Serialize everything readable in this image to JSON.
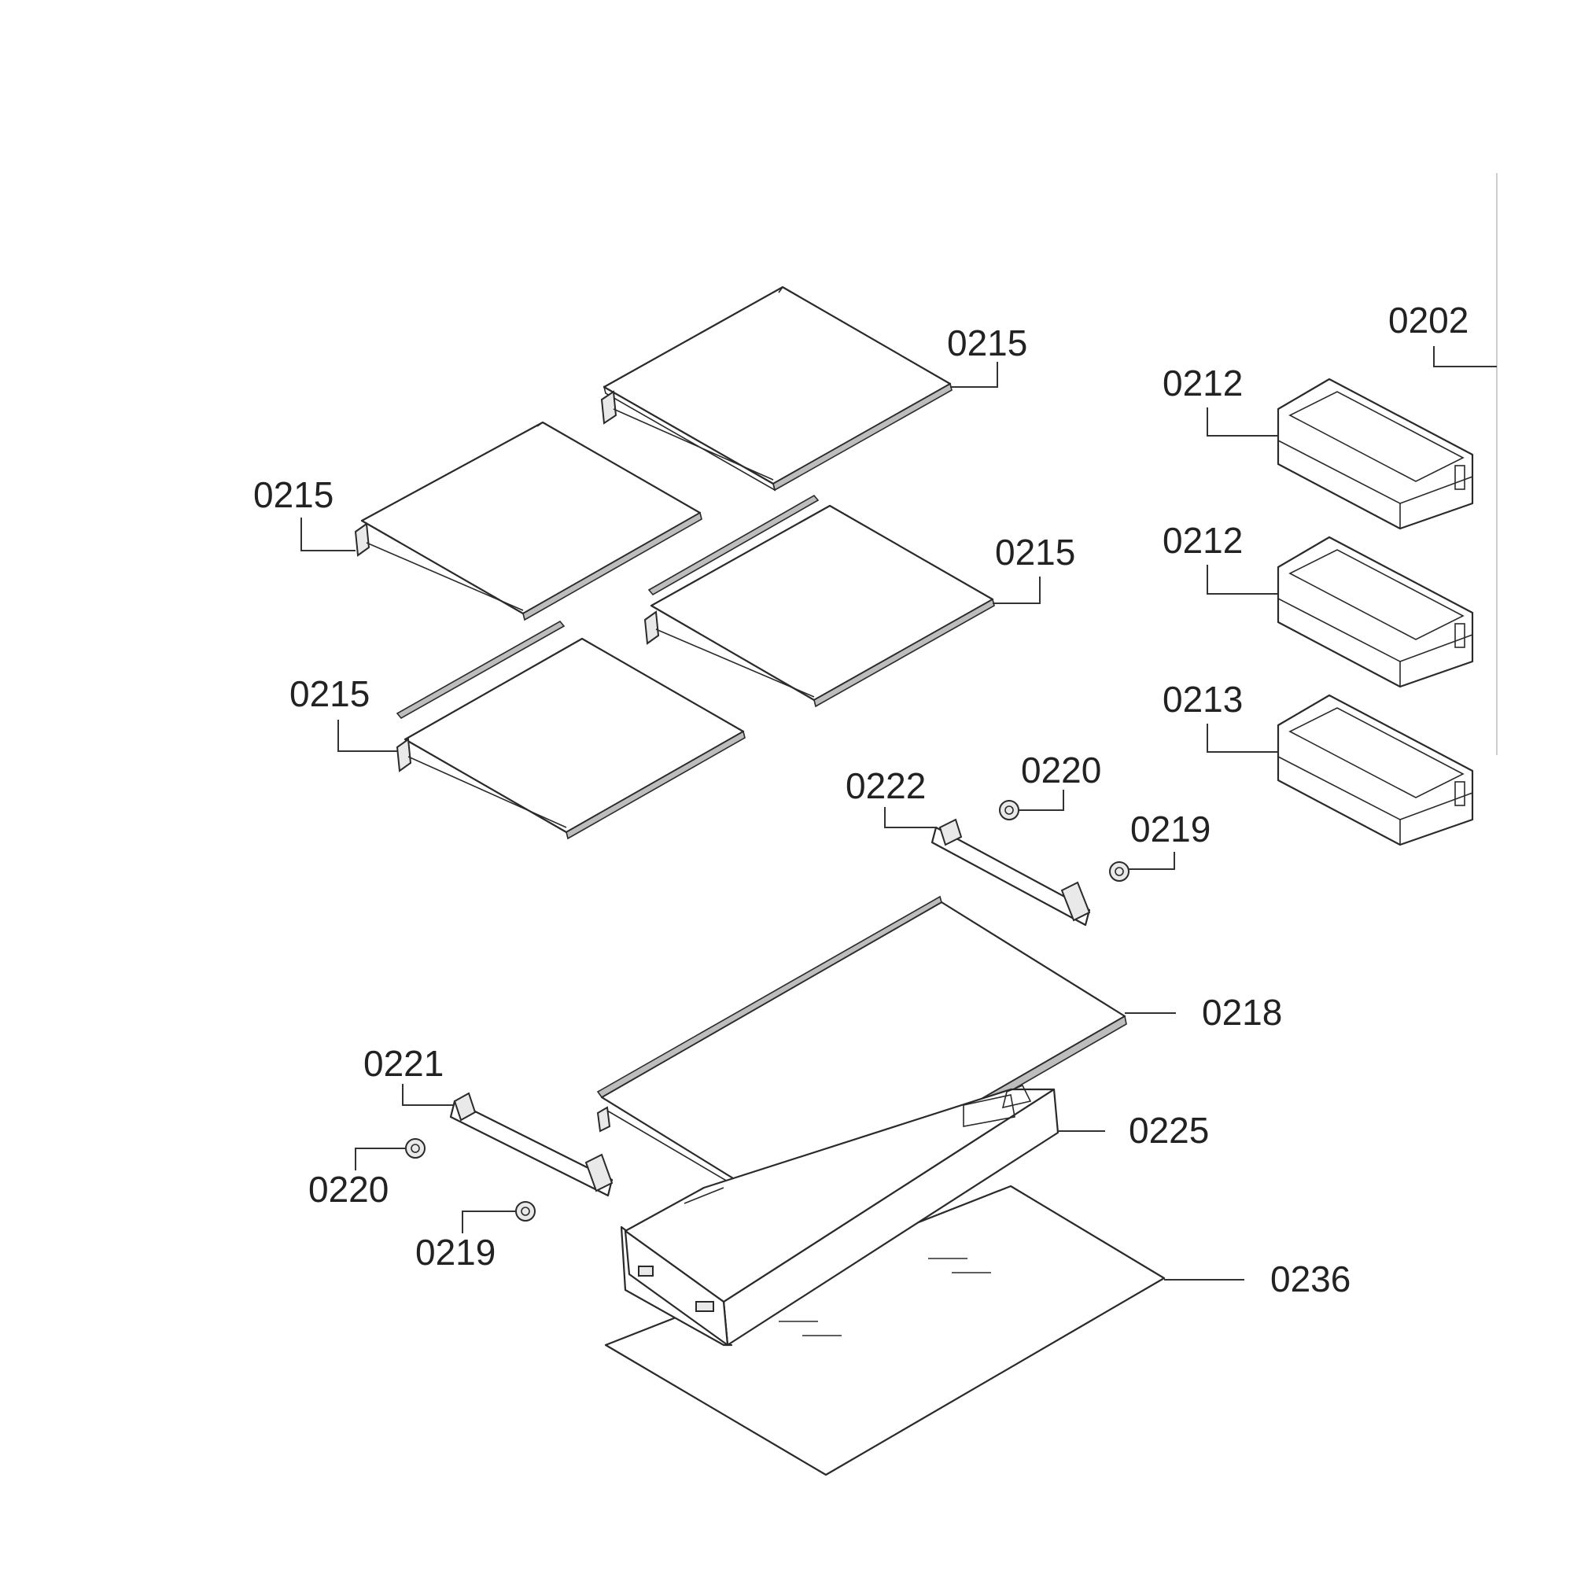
{
  "callouts": {
    "c0202": "0202",
    "c0212a": "0212",
    "c0212b": "0212",
    "c0213": "0213",
    "c0215a": "0215",
    "c0215b": "0215",
    "c0215c": "0215",
    "c0215d": "0215",
    "c0218": "0218",
    "c0219a": "0219",
    "c0219b": "0219",
    "c0220a": "0220",
    "c0220b": "0220",
    "c0221": "0221",
    "c0222": "0222",
    "c0225": "0225",
    "c0236": "0236"
  }
}
